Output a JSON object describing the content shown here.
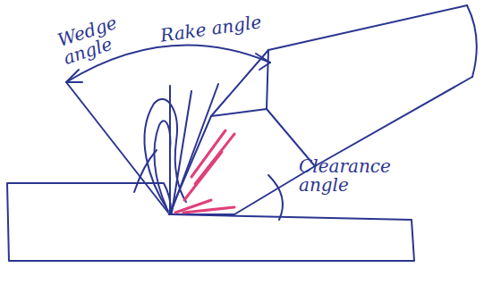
{
  "diagram": {
    "labels": [
      "Wedge angle",
      "Rake angle",
      "Clearance angle"
    ]
  }
}
